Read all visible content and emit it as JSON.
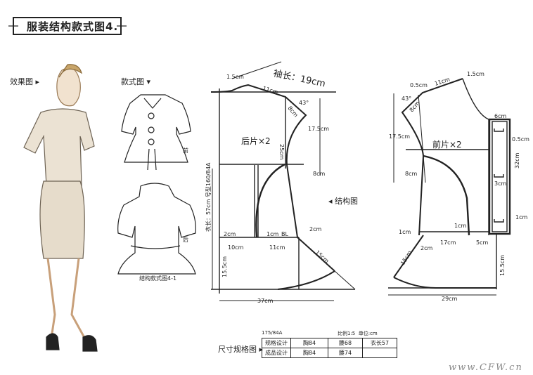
{
  "title": "服装结构款式图4.",
  "effect_label": "效果图",
  "style_label": "款式图",
  "flat_front_label": "前",
  "flat_back_label": "后",
  "flat_caption": "结构款式图4-1",
  "structure_label": "结构图",
  "back": {
    "piece": "后片×2",
    "sleeve": "袖长：19cm",
    "length_note": "衣长：57cm 号型160/84A",
    "dims": {
      "neck": "1.5cm",
      "shoulder": "11cm",
      "angle": "43°",
      "armhole": "8cm",
      "depth": "17.5cm",
      "side": "25cm",
      "waist_drop": "8cm",
      "left": "2cm",
      "dart": "1cm",
      "bl": "BL",
      "side_out": "2cm",
      "w1": "10cm",
      "w2": "11cm",
      "peplum": "15cm",
      "hem_h": "15.5cm",
      "hem_w": "37cm"
    }
  },
  "front": {
    "piece": "前片×2",
    "dims": {
      "neck": "1.5cm",
      "shoulder_in": "0.5cm",
      "shoulder": "11cm",
      "angle": "43°",
      "armhole": "8cm",
      "depth": "17.5cm",
      "waist_drop": "8cm",
      "placket_w": "6cm",
      "placket_edge": "0.5cm",
      "placket_h": "32cm",
      "btn_gap": "3cm",
      "btn_edge": "1cm",
      "dart": "1cm",
      "side_in": "1cm",
      "side_out": "2cm",
      "waist": "17cm",
      "center": "5cm",
      "peplum": "15cm",
      "hem_h": "15.5cm",
      "hem_w": "29cm"
    }
  },
  "size_chart": {
    "label": "尺寸规格图",
    "size": "175/84A",
    "scale": "比例1:5  单位:cm",
    "rows": [
      [
        "规格设计",
        "胸84",
        "腰68",
        "衣长57"
      ],
      [
        "成品设计",
        "胸84",
        "腰74",
        ""
      ]
    ]
  },
  "watermark": "www.CFW.cn"
}
